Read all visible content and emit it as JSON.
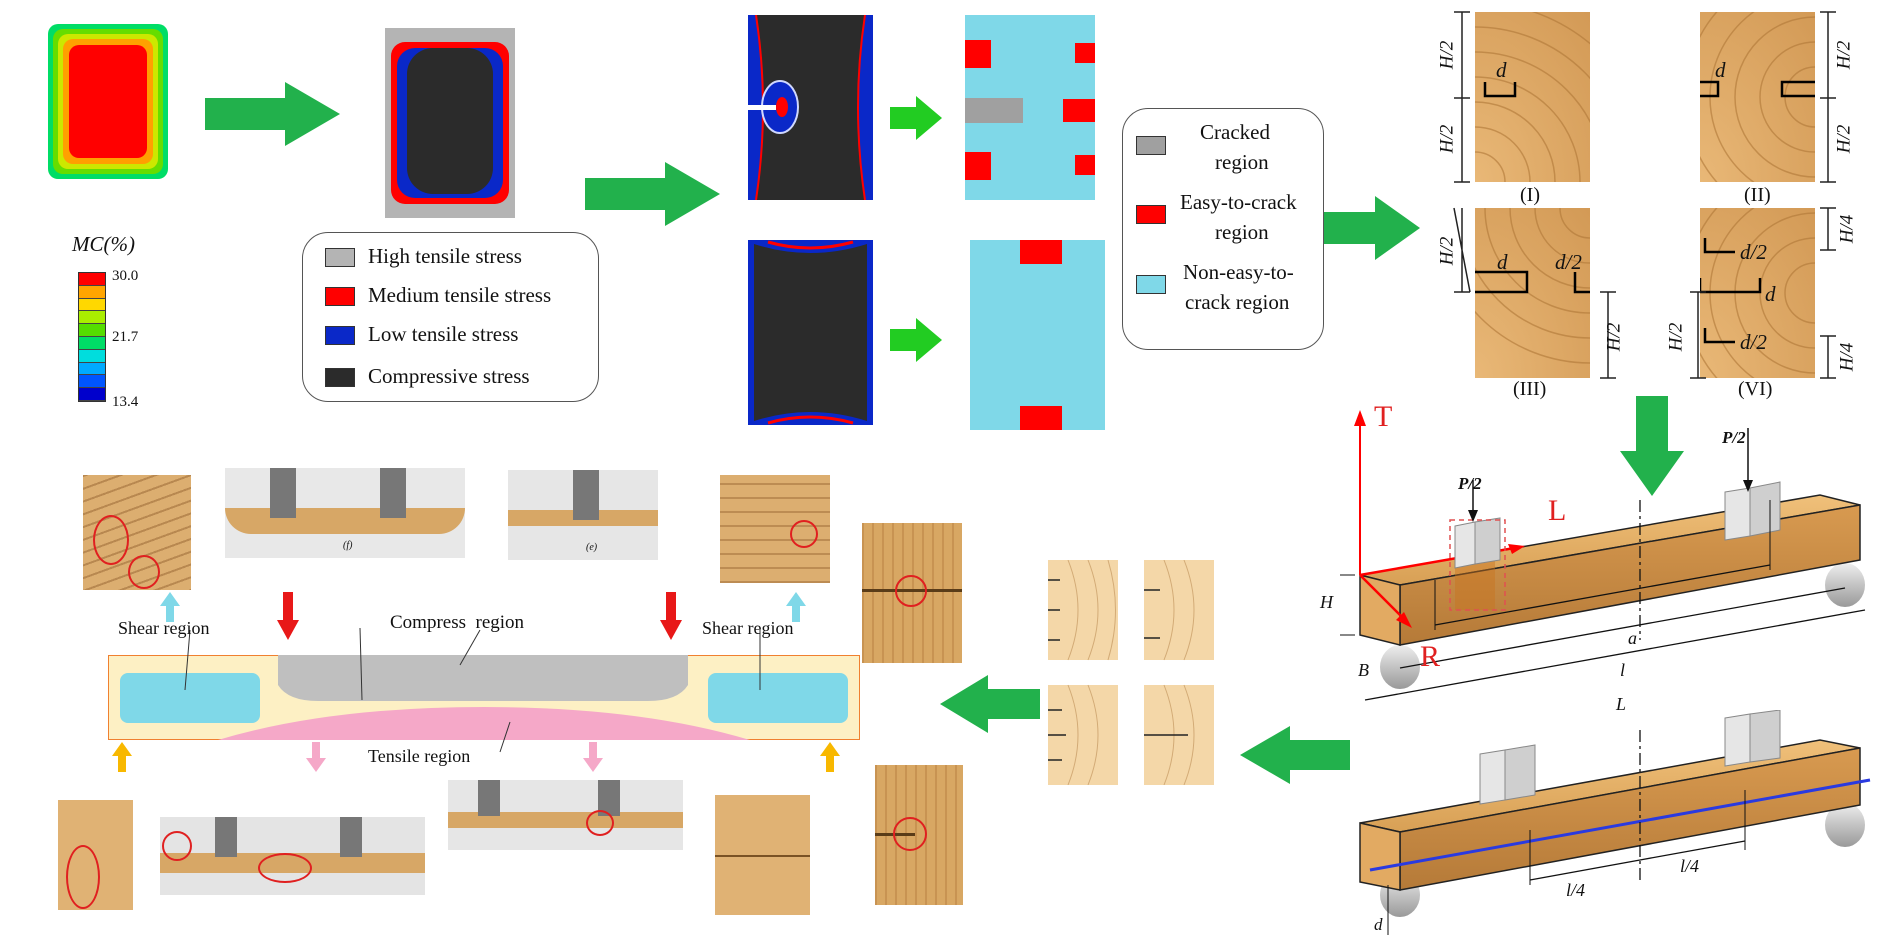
{
  "mc_scale": {
    "title": "MC(%)",
    "max": "30.0",
    "mid": "21.7",
    "min": "13.4",
    "colors": [
      "#ff0000",
      "#ffa500",
      "#ffd800",
      "#aaee00",
      "#55dd00",
      "#00dd66",
      "#00dddd",
      "#00aaff",
      "#0055ff",
      "#0000cc"
    ]
  },
  "stress_legend": {
    "items": [
      {
        "label": "High tensile stress",
        "color": "#b4b4b4"
      },
      {
        "label": "Medium tensile stress",
        "color": "#ff0000"
      },
      {
        "label": "Low tensile stress",
        "color": "#0a28c8"
      },
      {
        "label": "Compressive stress",
        "color": "#2b2b2b"
      }
    ]
  },
  "region_legend": {
    "cracked": "Cracked region",
    "cracked_l1": "Cracked",
    "cracked_l2": "region",
    "easy_l1": "Easy-to-crack",
    "easy_l2": "region",
    "noneasy_l1": "Non-easy-to-",
    "noneasy_l2": "crack region",
    "colors": {
      "cracked": "#a0a0a0",
      "easy": "#ff0000",
      "noneasy": "#7fd8e8"
    }
  },
  "specimens": {
    "labels": [
      "(I)",
      "(II)",
      "(III)",
      "(VI)"
    ],
    "dim_h2": "H/2",
    "dim_h4": "H/4",
    "dim_d": "d",
    "dim_d2": "d/2"
  },
  "beam": {
    "axis_t": "T",
    "axis_l": "L",
    "axis_r": "R",
    "load_left": "P/2",
    "load_right": "P/2",
    "dim_h": "H",
    "dim_b": "B",
    "dim_a": "a",
    "dim_l_small": "l",
    "dim_l_big": "L",
    "dim_l4_left": "l/4",
    "dim_l4_right": "l/4",
    "dim_d": "d"
  },
  "failure": {
    "shear_left": "Shear region",
    "shear_right": "Shear region",
    "compress": "Compress  region",
    "tensile": "Tensile region",
    "photo_f": "(f)",
    "photo_e": "(e)"
  }
}
